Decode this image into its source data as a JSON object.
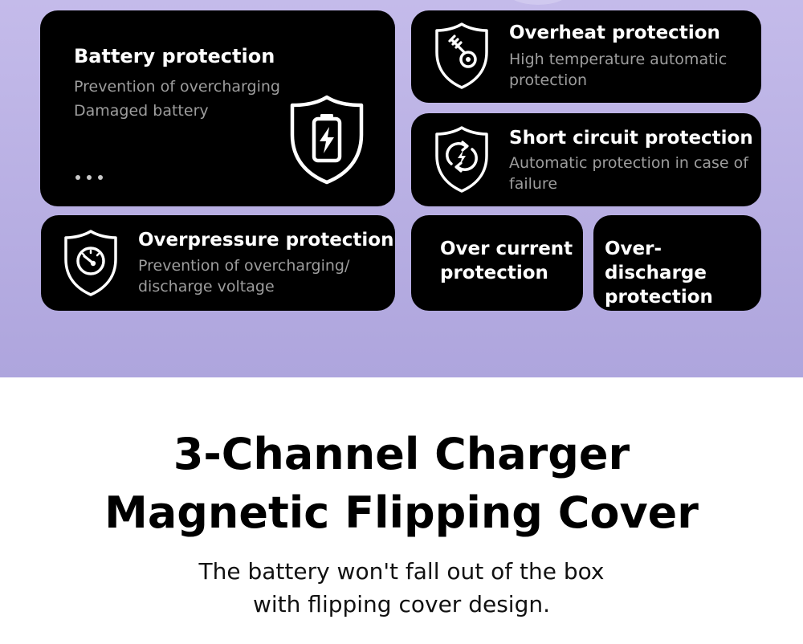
{
  "cards": {
    "battery": {
      "title": "Battery protection",
      "lines": [
        "Prevention of overcharging",
        "Damaged battery"
      ],
      "icon": "shield-battery-icon",
      "more_icon": "ellipsis-icon"
    },
    "overheat": {
      "title": "Overheat protection",
      "desc": "High temperature automatic protection",
      "icon": "shield-thermometer-icon"
    },
    "short_circuit": {
      "title": "Short circuit protection",
      "desc": "Automatic protection in case of failure",
      "icon": "shield-refresh-bolt-icon"
    },
    "overpressure": {
      "title": "Overpressure protection",
      "desc": "Prevention of overcharging/ discharge voltage",
      "icon": "shield-gauge-icon"
    },
    "over_current": {
      "title": "Over current protection"
    },
    "over_discharge": {
      "title": "Over-discharge protection"
    }
  },
  "headline": {
    "line1": "3-Channel Charger",
    "line2": "Magnetic Flipping Cover"
  },
  "subtitle": {
    "line1": "The battery won't fall out of the box",
    "line2": "with flipping cover design."
  },
  "colors": {
    "band_top": "#c4bbea",
    "band_bottom": "#aea5dd",
    "card_bg": "#000000",
    "card_title": "#ffffff",
    "card_desc": "#9d9d9d"
  }
}
